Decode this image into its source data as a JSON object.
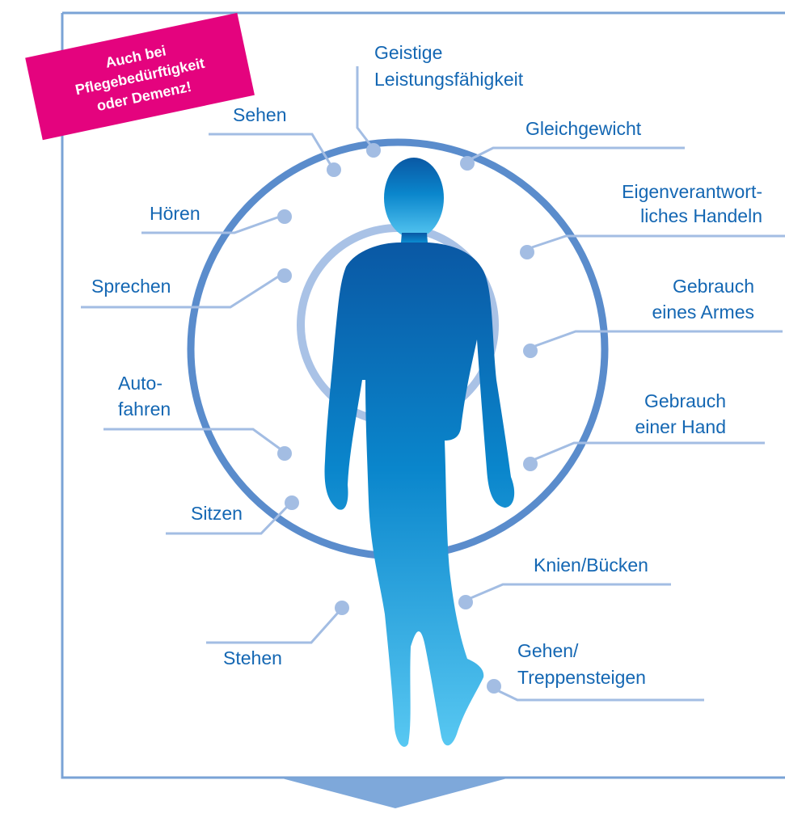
{
  "badge": {
    "line1": "Auch bei",
    "line2": "Pflegebedürftigkeit",
    "line3": "oder Demenz!",
    "color": "#e4037e"
  },
  "labels": {
    "geistige_1": "Geistige",
    "geistige_2": "Leistungsfähigkeit",
    "sehen": "Sehen",
    "gleichgewicht": "Gleichgewicht",
    "eigen_1": "Eigenverantwort-",
    "eigen_2": "liches Handeln",
    "hoeren": "Hören",
    "sprechen": "Sprechen",
    "arm_1": "Gebrauch",
    "arm_2": "eines Armes",
    "auto_1": "Auto-",
    "auto_2": "fahren",
    "hand_1": "Gebrauch",
    "hand_2": "einer Hand",
    "sitzen": "Sitzen",
    "knien": "Knien/Bücken",
    "stehen": "Stehen",
    "gehen_1": "Gehen/",
    "gehen_2": "Treppensteigen"
  },
  "colors": {
    "text": "#1467b3",
    "frame": "#7aa3d6",
    "outer_ring": "#5a8ccc",
    "inner_ring": "#a9c2e6",
    "dot": "#a3bde3",
    "figure_top": "#0a5aa6",
    "figure_bottom": "#4dc3f0",
    "badge": "#e4037e"
  }
}
